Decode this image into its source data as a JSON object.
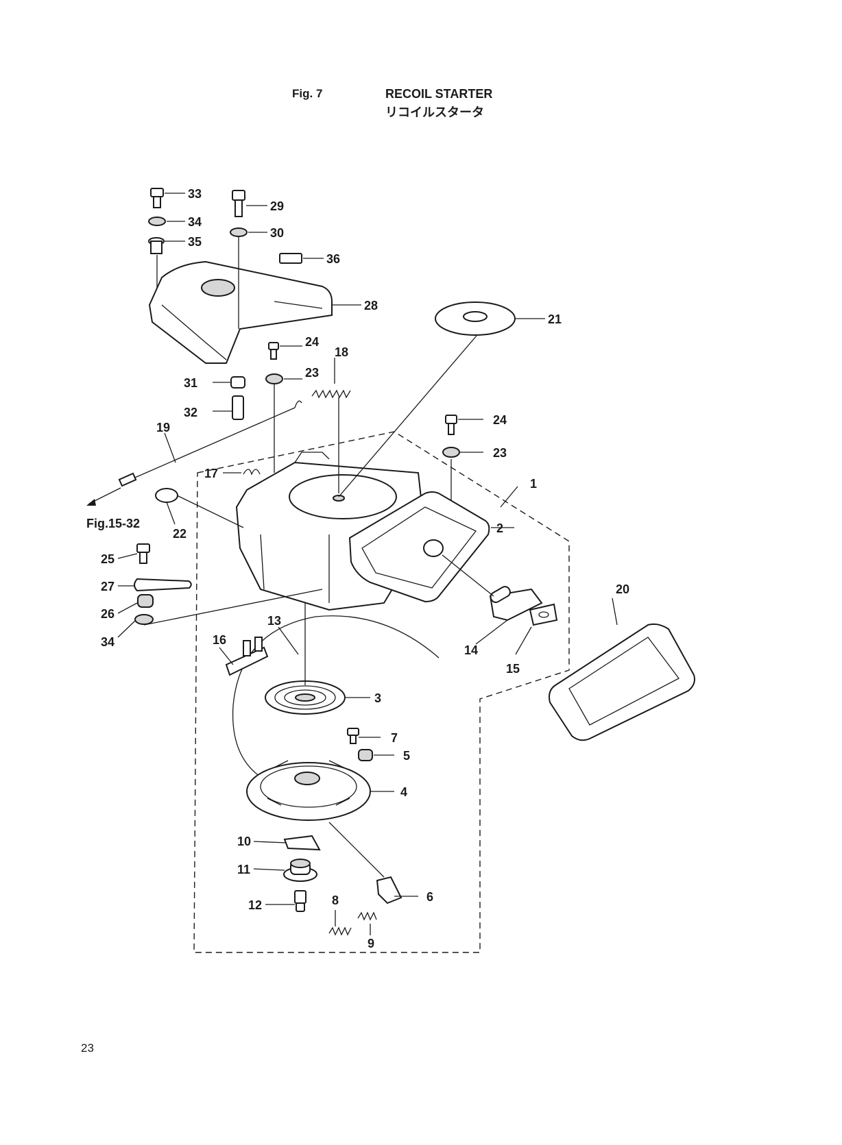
{
  "header": {
    "fig_label": "Fig. 7",
    "title_en": "RECOIL STARTER",
    "title_jp": "リコイルスタータ"
  },
  "page_number": "23",
  "reference_label": "Fig.15-32",
  "callouts": [
    "33",
    "34",
    "35",
    "29",
    "30",
    "36",
    "28",
    "21",
    "24",
    "23",
    "18",
    "31",
    "32",
    "19",
    "17",
    "24",
    "23",
    "1",
    "22",
    "2",
    "25",
    "27",
    "26",
    "34",
    "13",
    "16",
    "14",
    "15",
    "20",
    "3",
    "7",
    "5",
    "4",
    "10",
    "11",
    "6",
    "8",
    "12",
    "9"
  ]
}
